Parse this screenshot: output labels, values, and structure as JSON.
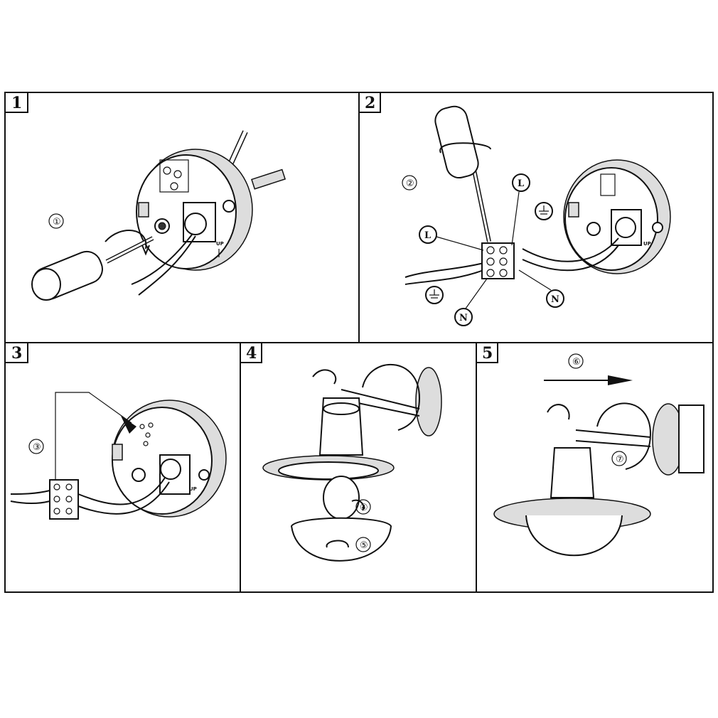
{
  "steps": [
    {
      "number": "1",
      "callouts": [
        "①"
      ],
      "up_label": "UP"
    },
    {
      "number": "2",
      "callouts": [
        "②"
      ],
      "wire_labels": {
        "live": "L",
        "neutral": "N"
      },
      "up_label": "UP"
    },
    {
      "number": "3",
      "callouts": [
        "③"
      ],
      "up_label": "UP"
    },
    {
      "number": "4",
      "callouts": [
        "④",
        "⑤"
      ]
    },
    {
      "number": "5",
      "callouts": [
        "⑥",
        "⑦"
      ]
    }
  ]
}
